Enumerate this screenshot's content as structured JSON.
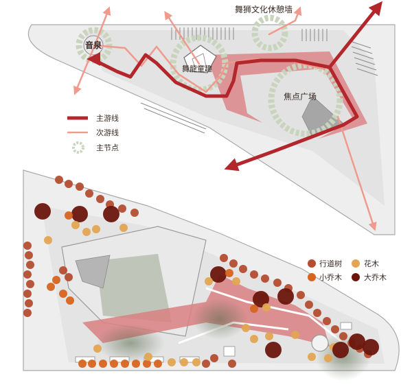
{
  "labels": {
    "fountain": "音泉",
    "dance_area": "舞龍童趣",
    "lion_wall": "舞狮文化休憩墙",
    "focus_plaza": "焦点广场"
  },
  "legend_routes": {
    "main_route": "主游线",
    "secondary_route": "次游线",
    "main_node": "主节点"
  },
  "legend_trees": {
    "street_tree": "行道树",
    "flower_tree": "花木",
    "small_tree": "小乔木",
    "large_tree": "大乔木"
  },
  "colors": {
    "main_route": "#b3262c",
    "secondary_route": "#ef9a8c",
    "node_ring": "#c9d4bd",
    "plaza": "#d98083",
    "street_tree": "#b44d32",
    "flower_tree": "#e3a553",
    "small_tree": "#d6651f",
    "large_tree": "#6b160d"
  }
}
